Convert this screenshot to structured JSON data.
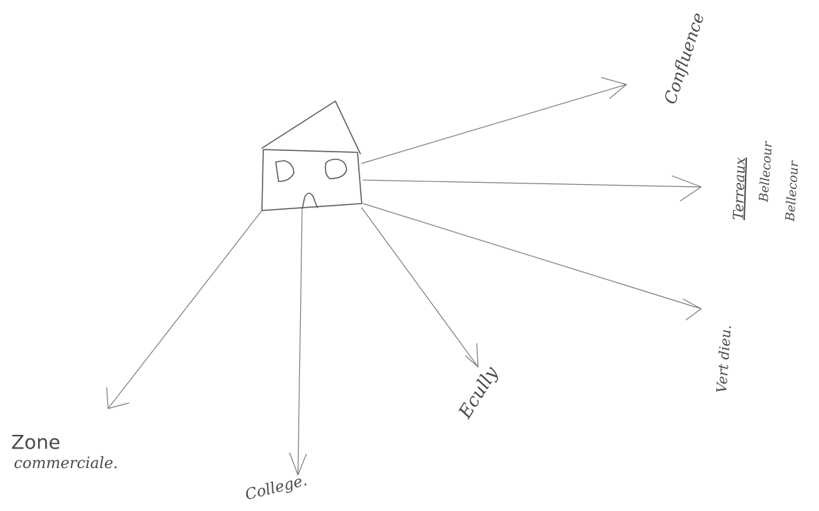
{
  "diagram": {
    "destinations": {
      "zone_line1": "Zone",
      "zone_line2": "commerciale.",
      "college": "College.",
      "ecully": "Ecully",
      "vert_dieu": "Vert dieu.",
      "terreaux": "Terreaux",
      "belle_line1": "Bellecour",
      "belle_line2": "Bellecour",
      "confluence": "Confluence"
    }
  }
}
